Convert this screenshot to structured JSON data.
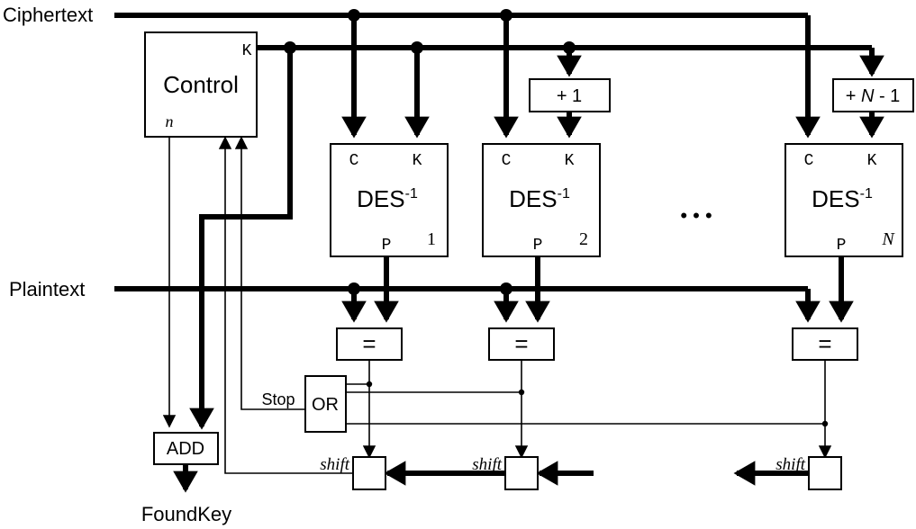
{
  "inputs": {
    "ciphertext": "Ciphertext",
    "plaintext": "Plaintext"
  },
  "control": {
    "title": "Control",
    "k_port": "K",
    "n_port": "n"
  },
  "des_units": [
    {
      "name": "DES",
      "sup": "-1",
      "c_port": "C",
      "k_port": "K",
      "p_port": "P",
      "index": "1"
    },
    {
      "name": "DES",
      "sup": "-1",
      "c_port": "C",
      "k_port": "K",
      "p_port": "P",
      "index": "2"
    },
    {
      "name": "DES",
      "sup": "-1",
      "c_port": "C",
      "k_port": "K",
      "p_port": "P",
      "index": "N"
    }
  ],
  "incrementers": [
    {
      "label": "+ 1"
    },
    {
      "prefix": "+ ",
      "var": "N",
      "suffix": " - 1"
    }
  ],
  "ellipsis": "• • •",
  "comparator": "=",
  "or_gate": {
    "label": "OR",
    "stop_label": "Stop"
  },
  "shift_label": "shift",
  "adder": {
    "label": "ADD",
    "output": "FoundKey"
  },
  "colors": {
    "line": "#000000",
    "background": "#ffffff"
  }
}
